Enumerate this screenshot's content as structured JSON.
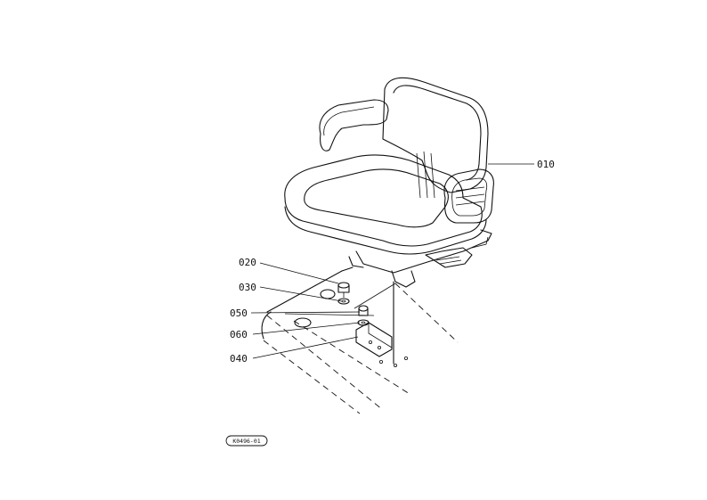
{
  "callouts": [
    {
      "id": "010"
    },
    {
      "id": "020"
    },
    {
      "id": "030"
    },
    {
      "id": "050"
    },
    {
      "id": "060"
    },
    {
      "id": "040"
    }
  ],
  "ref_code": "K0496-01",
  "colors": {
    "line": "#111111",
    "background": "#ffffff"
  }
}
